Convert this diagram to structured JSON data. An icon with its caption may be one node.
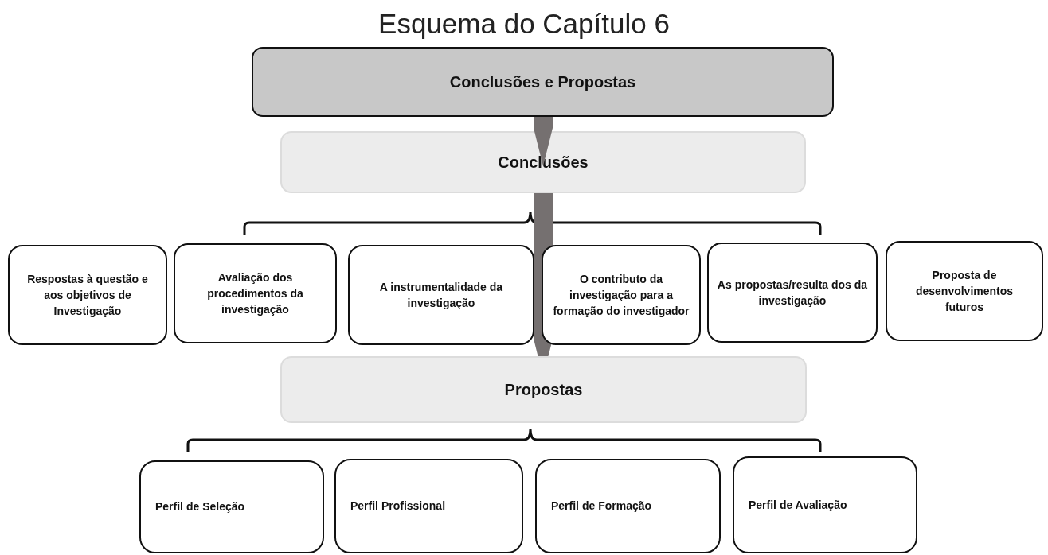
{
  "diagram": {
    "title": "Esquema do Capítulo 6",
    "nodes": [
      {
        "text": [
          "Conclusões e Propostas"
        ]
      },
      {
        "text": [
          "Conclusões"
        ]
      },
      {
        "text": [
          "Respostas à questão e aos objetivos de Investigação"
        ]
      },
      {
        "text": [
          "Avaliação dos procedimentos da investigação"
        ]
      },
      {
        "text": [
          "A instrumentalidade da investigação"
        ]
      },
      {
        "text": [
          "O contributo da investigação para a formação do investigador"
        ]
      },
      {
        "text": [
          "As propostas/resulta dos da investigação"
        ]
      },
      {
        "text": [
          "Proposta de desenvolvimentos futuros"
        ]
      },
      {
        "text": [
          "Propostas"
        ]
      },
      {
        "text": [
          "Perfil de Seleção"
        ]
      },
      {
        "text": [
          "Perfil Profissional"
        ]
      },
      {
        "text": [
          "Perfil de Formação"
        ]
      },
      {
        "text": [
          "Perfil de Avaliação"
        ]
      }
    ],
    "edges": [
      {
        "from": 0,
        "to": 1,
        "arrow": "to"
      },
      {
        "from": 1,
        "to": 8,
        "arrow": "to"
      }
    ]
  }
}
